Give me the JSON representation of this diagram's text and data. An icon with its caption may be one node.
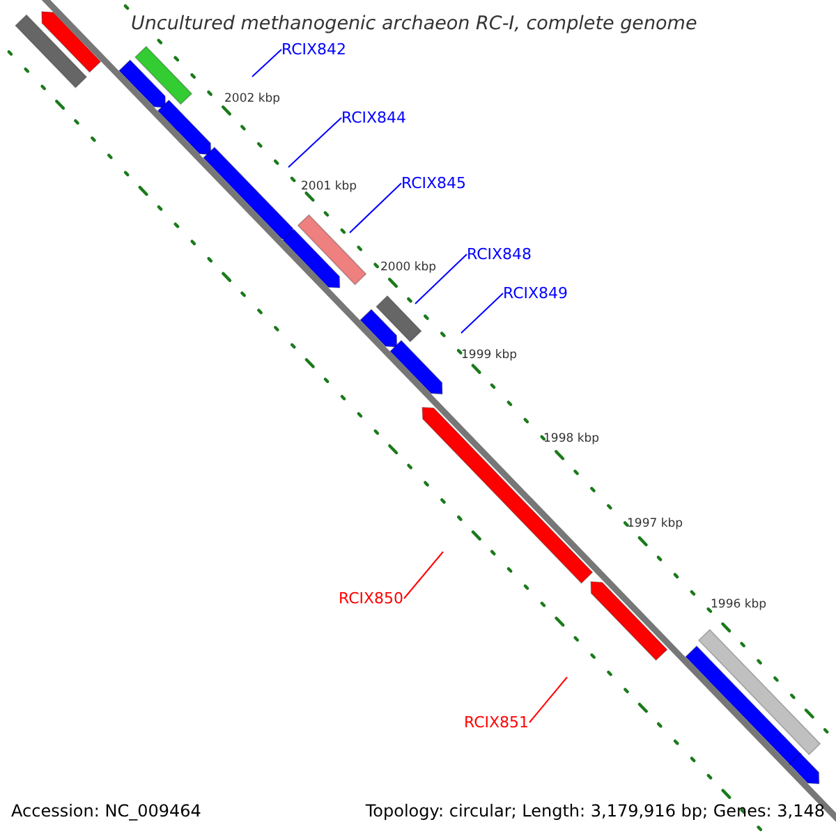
{
  "diagram": {
    "title": "Uncultured methanogenic archaeon RC-I, complete genome",
    "nodes": [
      {
        "text": [
          "RCIX842"
        ]
      },
      {
        "text": [
          "RCIX844"
        ]
      },
      {
        "text": [
          "RCIX845"
        ]
      },
      {
        "text": [
          "RCIX848"
        ]
      },
      {
        "text": [
          "RCIX849"
        ]
      },
      {
        "text": [
          "RCIX850"
        ]
      },
      {
        "text": [
          "RCIX851"
        ]
      }
    ],
    "edges": [
      {
        "from": 0,
        "to": null,
        "arrow": "none"
      },
      {
        "from": 1,
        "to": null,
        "arrow": "none"
      },
      {
        "from": 2,
        "to": null,
        "arrow": "none"
      },
      {
        "from": 3,
        "to": null,
        "arrow": "none"
      },
      {
        "from": 4,
        "to": null,
        "arrow": "none"
      },
      {
        "from": 5,
        "to": null,
        "arrow": "none",
        "color": "#ff0000"
      },
      {
        "from": 6,
        "to": null,
        "arrow": "none",
        "color": "#ff0000"
      }
    ],
    "labels": [
      "2002 kbp",
      "2001 kbp",
      "2000 kbp",
      "1999 kbp",
      "1998 kbp",
      "1997 kbp",
      "1996 kbp",
      "Accession: NC_009464",
      "Topology: circular; Length: 3,179,916 bp; Genes: 3,148"
    ]
  }
}
